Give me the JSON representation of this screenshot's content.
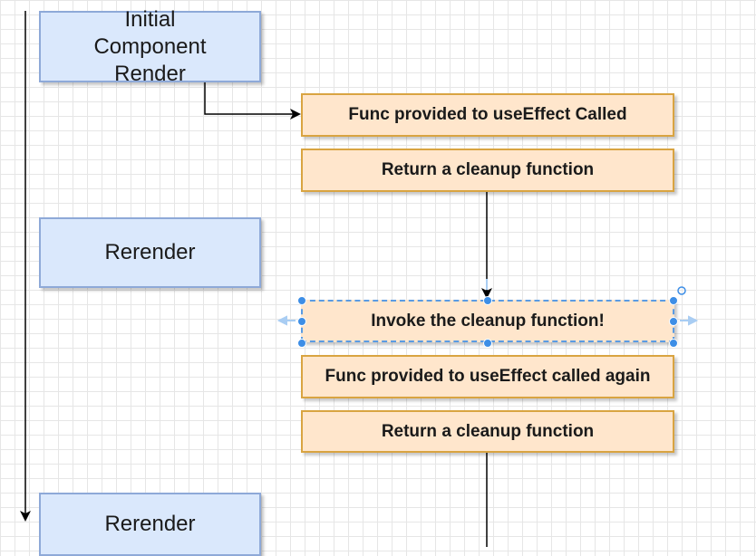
{
  "diagram": {
    "timeline_nodes": [
      {
        "label": "Initial Component Render"
      },
      {
        "label": "Rerender"
      },
      {
        "label": "Rerender"
      }
    ],
    "steps": [
      {
        "label": "Func provided to useEffect Called"
      },
      {
        "label": "Return a cleanup function"
      },
      {
        "label": "Invoke the cleanup function!",
        "selected": true
      },
      {
        "label": "Func provided to useEffect called again"
      },
      {
        "label": "Return a cleanup function"
      }
    ]
  },
  "colors": {
    "blue_fill": "#dae8fc",
    "blue_border": "#8ea9d8",
    "orange_fill": "#ffe6cc",
    "orange_border": "#d9a441",
    "selection": "#3d8ee6",
    "edge": "#000000"
  }
}
